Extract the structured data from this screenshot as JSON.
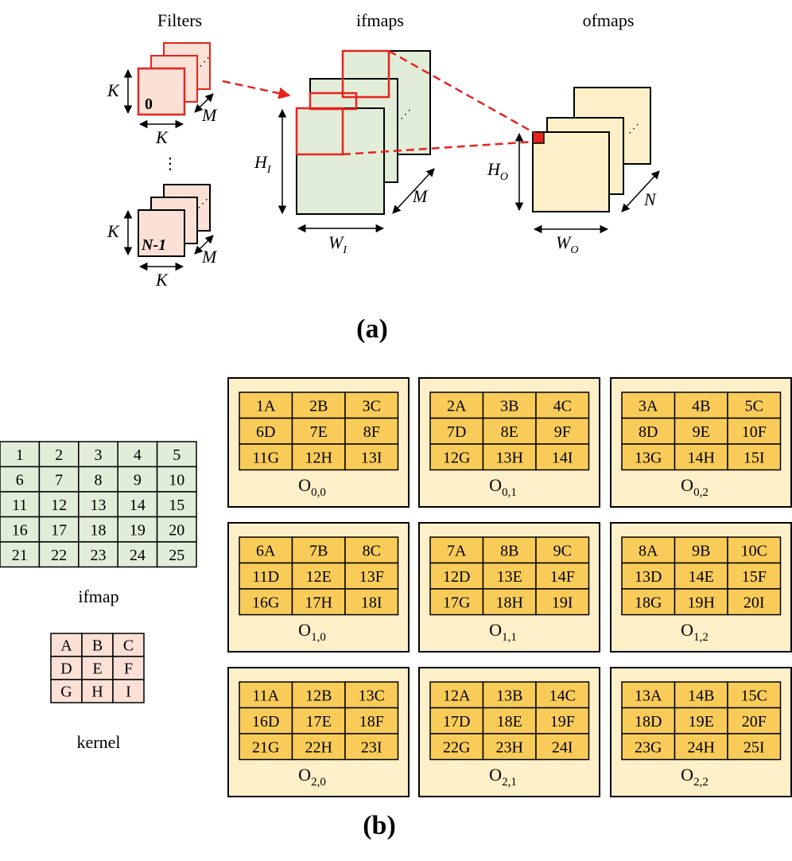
{
  "part_a": {
    "caption": "(a)",
    "titles": {
      "filters": "Filters",
      "ifmaps": "ifmaps",
      "ofmaps": "ofmaps"
    },
    "filters": {
      "top_label": "0",
      "bottom_label": "N-1",
      "dim_k": "K",
      "dim_m": "M",
      "vertical_ellipsis": "⋮",
      "stack_ellipsis": "⋰"
    },
    "ifmaps": {
      "height": "H",
      "height_sub": "I",
      "width": "W",
      "width_sub": "I",
      "depth": "M",
      "stack_ellipsis": "⋰"
    },
    "ofmaps": {
      "height": "H",
      "height_sub": "O",
      "width": "W",
      "width_sub": "O",
      "depth": "N",
      "stack_ellipsis": "⋰"
    },
    "colors": {
      "filter_fill": "#fbe0d6",
      "highlight": "#e8231e",
      "ifmap_fill": "#e1edd8",
      "ofmap_fill": "#fdf0c8"
    }
  },
  "part_b": {
    "caption": "(b)",
    "ifmap": {
      "label": "ifmap",
      "rows": [
        [
          "1",
          "2",
          "3",
          "4",
          "5"
        ],
        [
          "6",
          "7",
          "8",
          "9",
          "10"
        ],
        [
          "11",
          "12",
          "13",
          "14",
          "15"
        ],
        [
          "16",
          "17",
          "18",
          "19",
          "20"
        ],
        [
          "21",
          "22",
          "23",
          "24",
          "25"
        ]
      ]
    },
    "kernel": {
      "label": "kernel",
      "rows": [
        [
          "A",
          "B",
          "C"
        ],
        [
          "D",
          "E",
          "F"
        ],
        [
          "G",
          "H",
          "I"
        ]
      ]
    },
    "outputs": [
      [
        {
          "label": "O",
          "sub": "0,0",
          "cells": [
            [
              "1A",
              "2B",
              "3C"
            ],
            [
              "6D",
              "7E",
              "8F"
            ],
            [
              "11G",
              "12H",
              "13I"
            ]
          ]
        },
        {
          "label": "O",
          "sub": "0,1",
          "cells": [
            [
              "2A",
              "3B",
              "4C"
            ],
            [
              "7D",
              "8E",
              "9F"
            ],
            [
              "12G",
              "13H",
              "14I"
            ]
          ]
        },
        {
          "label": "O",
          "sub": "0,2",
          "cells": [
            [
              "3A",
              "4B",
              "5C"
            ],
            [
              "8D",
              "9E",
              "10F"
            ],
            [
              "13G",
              "14H",
              "15I"
            ]
          ]
        }
      ],
      [
        {
          "label": "O",
          "sub": "1,0",
          "cells": [
            [
              "6A",
              "7B",
              "8C"
            ],
            [
              "11D",
              "12E",
              "13F"
            ],
            [
              "16G",
              "17H",
              "18I"
            ]
          ]
        },
        {
          "label": "O",
          "sub": "1,1",
          "cells": [
            [
              "7A",
              "8B",
              "9C"
            ],
            [
              "12D",
              "13E",
              "14F"
            ],
            [
              "17G",
              "18H",
              "19I"
            ]
          ]
        },
        {
          "label": "O",
          "sub": "1,2",
          "cells": [
            [
              "8A",
              "9B",
              "10C"
            ],
            [
              "13D",
              "14E",
              "15F"
            ],
            [
              "18G",
              "19H",
              "20I"
            ]
          ]
        }
      ],
      [
        {
          "label": "O",
          "sub": "2,0",
          "cells": [
            [
              "11A",
              "12B",
              "13C"
            ],
            [
              "16D",
              "17E",
              "18F"
            ],
            [
              "21G",
              "22H",
              "23I"
            ]
          ]
        },
        {
          "label": "O",
          "sub": "2,1",
          "cells": [
            [
              "12A",
              "13B",
              "14C"
            ],
            [
              "17D",
              "18E",
              "19F"
            ],
            [
              "22G",
              "23H",
              "24I"
            ]
          ]
        },
        {
          "label": "O",
          "sub": "2,2",
          "cells": [
            [
              "13A",
              "14B",
              "15C"
            ],
            [
              "18D",
              "19E",
              "20F"
            ],
            [
              "23G",
              "24H",
              "25I"
            ]
          ]
        }
      ]
    ],
    "colors": {
      "ifmap_fill": "#e1edd8",
      "kernel_fill": "#fbe0d6",
      "out_panel_fill": "#fdf0c8",
      "out_cell_fill": "#f9cc5a"
    }
  }
}
